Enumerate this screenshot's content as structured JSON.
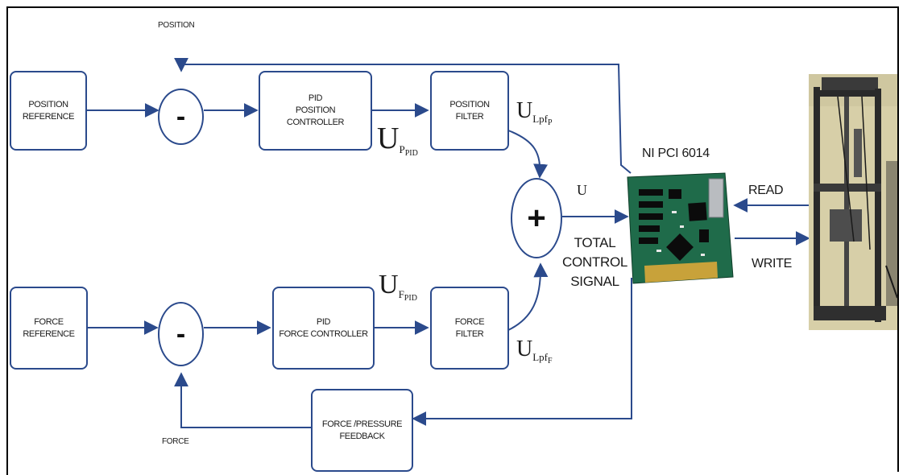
{
  "blocks": {
    "position_reference": "POSITION\nREFERENCE",
    "pid_position_controller": "PID\nPOSITION\nCONTROLLER",
    "position_filter": "POSITION\nFILTER",
    "force_reference": "FORCE\nREFERENCE",
    "pid_force_controller": "PID\nFORCE CONTROLLER",
    "force_filter": "FORCE\nFILTER",
    "force_pressure_feedback": "FORCE /PRESSURE\nFEEDBACK"
  },
  "operators": {
    "position_error": "-",
    "force_error": "-",
    "summing_junction": "+"
  },
  "labels": {
    "position_feedback": "POSITION",
    "force_feedback": "FORCE",
    "daq_card": "NI PCI 6014",
    "read": "READ",
    "write": "WRITE",
    "total_control_signal": "TOTAL\nCONTROL\nSIGNAL"
  },
  "signals": {
    "u_ppid": {
      "base": "U",
      "sub": "P",
      "subsub": "PID"
    },
    "u_lpfp": {
      "base": "U",
      "sub": "Lpf",
      "subsub": "P"
    },
    "u_total": {
      "base": "U"
    },
    "u_fpid": {
      "base": "U",
      "sub": "F",
      "subsub": "PID"
    },
    "u_lpff": {
      "base": "U",
      "sub": "Lpf",
      "subsub": "F"
    }
  },
  "colors": {
    "line": "#2b4a8c",
    "block_border": "#2b4a8c",
    "pcb_green": "#1f6b4a",
    "gold": "#c8a23a",
    "frame_metal": "#2a2a2a"
  }
}
